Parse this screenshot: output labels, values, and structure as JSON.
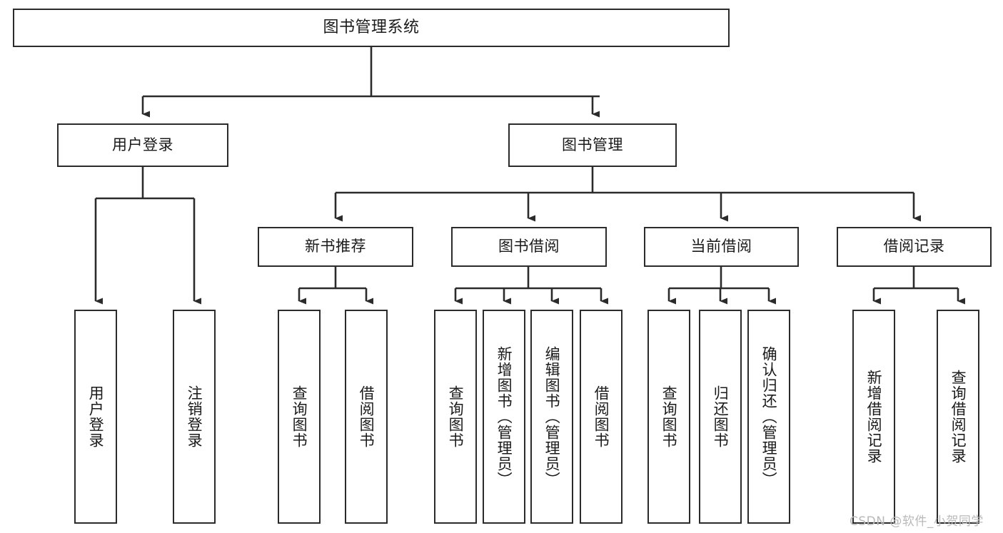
{
  "diagram": {
    "title": "图书管理系统",
    "watermark": "CSDN @软件_小贺同学",
    "colors": {
      "background": "#ffffff",
      "box_border": "#2b2b2b",
      "box_fill": "#ffffff",
      "connector": "#2b2b2b",
      "text": "#1a1a1a",
      "watermark": "#b9b9b9"
    },
    "root": {
      "label": "图书管理系统"
    },
    "level2": [
      {
        "label": "用户登录"
      },
      {
        "label": "图书管理"
      }
    ],
    "level3": [
      {
        "label": "新书推荐"
      },
      {
        "label": "图书借阅"
      },
      {
        "label": "当前借阅"
      },
      {
        "label": "借阅记录"
      }
    ],
    "leaves": {
      "user_login": [
        {
          "label": "用户登录"
        },
        {
          "label": "注销登录"
        }
      ],
      "new_book_recommend": [
        {
          "label": "查询图书"
        },
        {
          "label": "借阅图书"
        }
      ],
      "book_borrow": [
        {
          "label": "查询图书"
        },
        {
          "label": "新增图书（管理员）"
        },
        {
          "label": "编辑图书（管理员）"
        },
        {
          "label": "借阅图书"
        }
      ],
      "current_borrow": [
        {
          "label": "查询图书"
        },
        {
          "label": "归还图书"
        },
        {
          "label": "确认归还（管理员）"
        }
      ],
      "borrow_record": [
        {
          "label": "新增借阅记录"
        },
        {
          "label": "查询借阅记录"
        }
      ]
    }
  }
}
